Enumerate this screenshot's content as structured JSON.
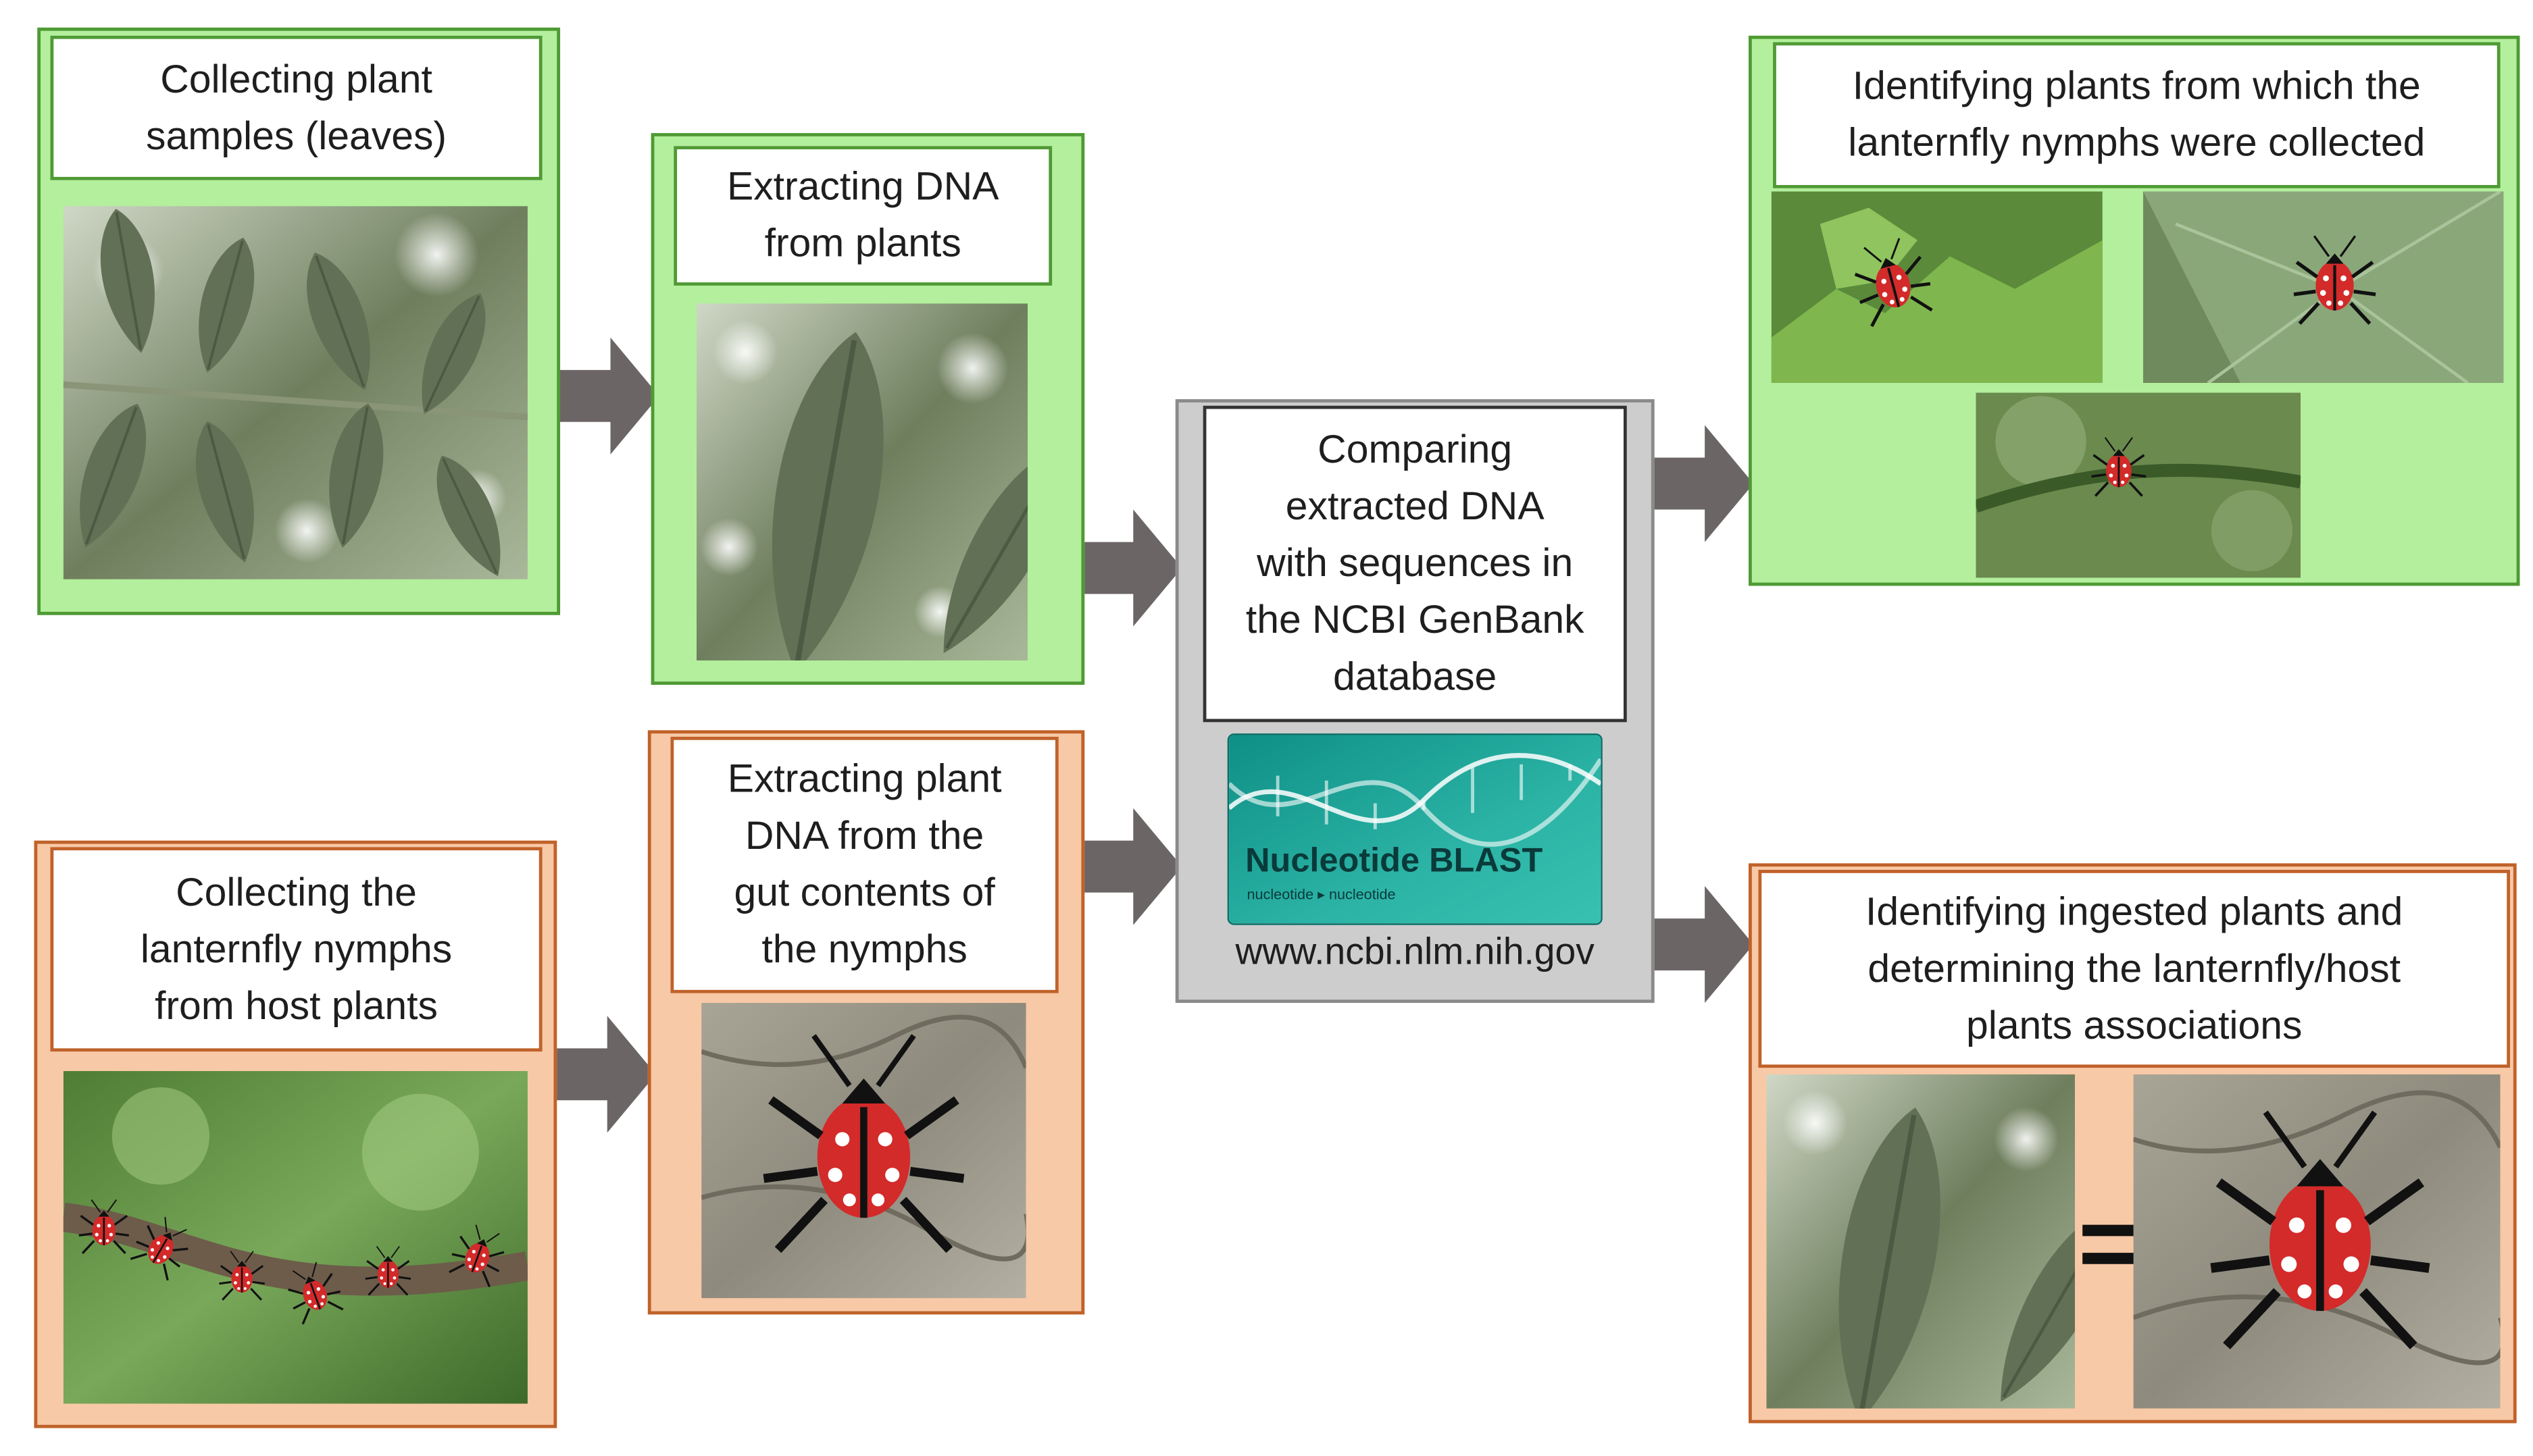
{
  "steps": {
    "collect_plants": "Collecting plant\nsamples (leaves)",
    "extract_dna_plants": "Extracting DNA\nfrom plants",
    "collect_nymphs": "Collecting the\nlanternfly nymphs\nfrom host plants",
    "extract_gut_dna": "Extracting plant\nDNA from the\ngut contents of\nthe nymphs",
    "compare": "Comparing\nextracted DNA\nwith sequences in\nthe NCBI GenBank\ndatabase",
    "identify_plants": "Identifying plants from which the\nlanternfly nymphs were collected",
    "identify_ingested": "Identifying ingested plants and\ndetermining the lanternfly/host\nplants associations"
  },
  "blast_logo": {
    "title": "Nucleotide BLAST",
    "subtitle": "nucleotide ▸ nucleotide"
  },
  "url": "www.ncbi.nlm.nih.gov",
  "equals_sign": "=",
  "colors": {
    "green_fill": "#b3ef9c",
    "green_border": "#4f9a34",
    "orange_fill": "#f8c9a6",
    "orange_border": "#c0622a",
    "grey_fill": "#cdcdcd",
    "arrow": "#6b6565",
    "blast_teal": "#1fa79a"
  }
}
